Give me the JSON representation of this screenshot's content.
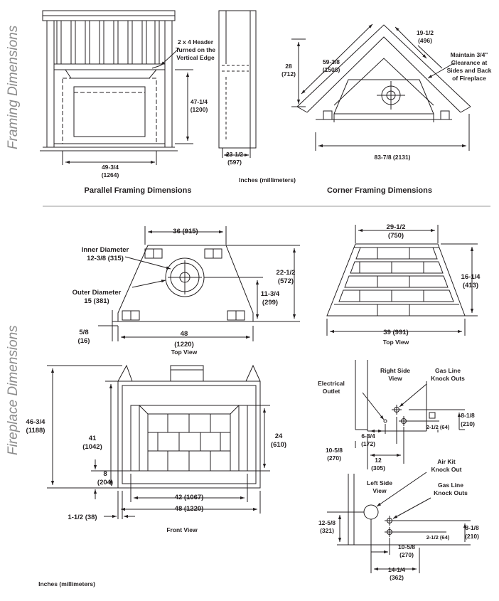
{
  "section_labels": {
    "framing": "Framing Dimensions",
    "fireplace": "Fireplace Dimensions"
  },
  "units_note": "Inches (millimeters)",
  "parallel": {
    "caption": "Parallel Framing Dimensions",
    "header_note": [
      "2 x 4 Header",
      "Turned on the",
      "Vertical Edge"
    ],
    "height": [
      "47-1/4",
      "(1200)"
    ],
    "width": [
      "49-3/4",
      "(1264)"
    ],
    "depth": [
      "23-1/2",
      "(597)"
    ]
  },
  "corner": {
    "caption": "Corner Framing Dimensions",
    "height": [
      "28",
      "(712)"
    ],
    "diagonal": [
      "59-3/8",
      "(1508)"
    ],
    "side": [
      "19-1/2",
      "(496)"
    ],
    "clearance": [
      "Maintain 3/4\"",
      "Clearance at",
      "Sides and Back",
      "of Fireplace"
    ],
    "width": "83-7/8 (2131)"
  },
  "top_view": {
    "caption": "Top View",
    "top_width": "36 (915)",
    "inner": [
      "Inner Diameter",
      "12-3/8 (315)"
    ],
    "outer": [
      "Outer Diameter",
      "15 (381)"
    ],
    "depth": [
      "22-1/2",
      "(572)"
    ],
    "collar": [
      "11-3/4",
      "(299)"
    ],
    "offset": [
      "5/8",
      "(16)"
    ],
    "width": [
      "48",
      "(1220)"
    ]
  },
  "top_view2": {
    "caption": "Top View",
    "top_width": [
      "29-1/2",
      "(750)"
    ],
    "depth": [
      "16-1/4",
      "(413)"
    ],
    "width": "39 (991)"
  },
  "front_view": {
    "caption": "Front View",
    "overall_height": [
      "46-3/4",
      "(1188)"
    ],
    "height": [
      "41",
      "(1042)"
    ],
    "base": [
      "8",
      "(204)"
    ],
    "opening_height": [
      "24",
      "(610)"
    ],
    "opening_width": "42 (1067)",
    "width": "48 (1220)",
    "margin": "1-1/2 (38)"
  },
  "right_side": {
    "title": [
      "Right Side",
      "View"
    ],
    "electrical": [
      "Electrical",
      "Outlet"
    ],
    "gas": [
      "Gas Line",
      "Knock Outs"
    ],
    "d1": [
      "6-3/4",
      "(172)"
    ],
    "d2": [
      "10-5/8",
      "(270)"
    ],
    "d3": [
      "12",
      "(305)"
    ],
    "d4": [
      "8-1/8",
      "(210)"
    ],
    "d5": "2-1/2 (64)"
  },
  "left_side": {
    "title": [
      "Left Side",
      "View"
    ],
    "air": [
      "Air Kit",
      "Knock Out"
    ],
    "gas": [
      "Gas Line",
      "Knock Outs"
    ],
    "d1": [
      "12-5/8",
      "(321)"
    ],
    "d2": [
      "10-5/8",
      "(270)"
    ],
    "d3": [
      "14-1/4",
      "(362)"
    ],
    "d4": [
      "8-1/8",
      "(210)"
    ],
    "d5": "2-1/2 (64)"
  }
}
